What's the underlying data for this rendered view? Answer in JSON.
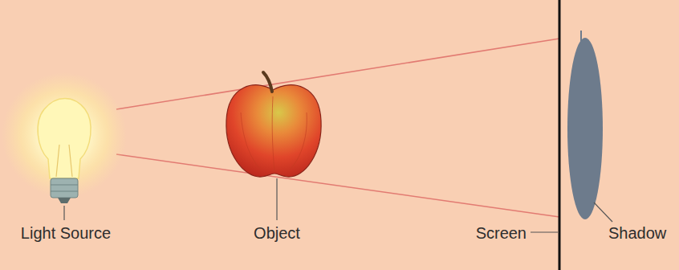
{
  "diagram": {
    "labels": [
      "Light Source",
      "Object",
      "Screen",
      "Shadow"
    ]
  }
}
